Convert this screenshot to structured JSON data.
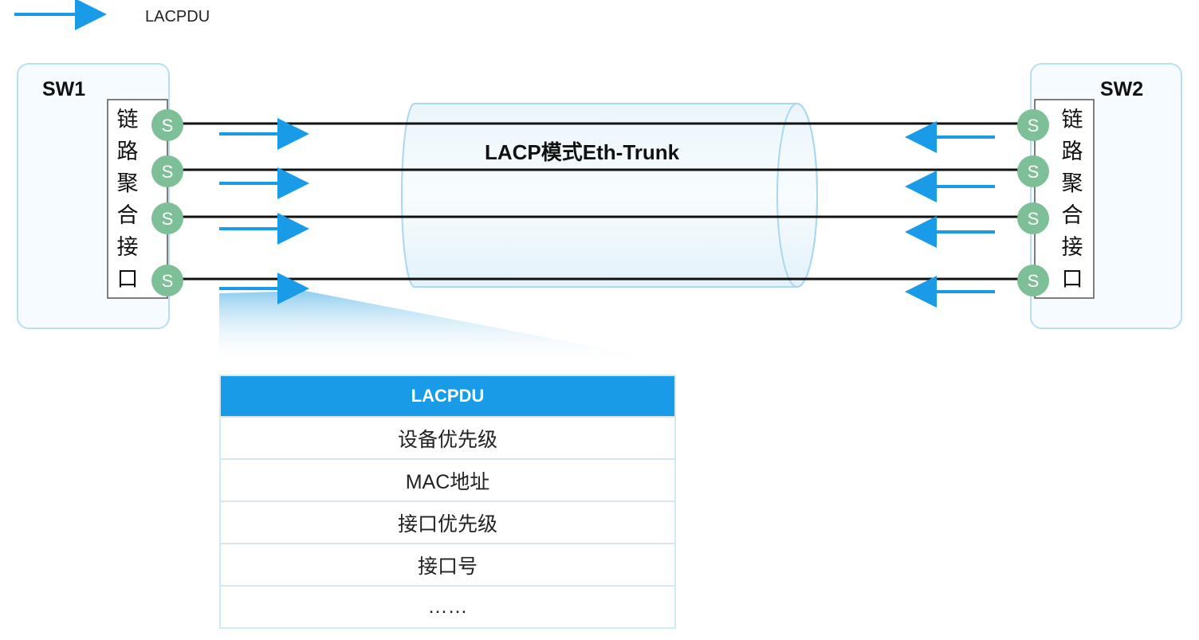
{
  "legend": {
    "label": "LACPDU",
    "color": "#1a9be8"
  },
  "sw1": {
    "name": "SW1",
    "interface_label": [
      "链",
      "路",
      "聚",
      "合",
      "接",
      "口"
    ]
  },
  "sw2": {
    "name": "SW2",
    "interface_label": [
      "链",
      "路",
      "聚",
      "合",
      "接",
      "口"
    ]
  },
  "port_label": "S",
  "trunk_label": "LACP模式Eth-Trunk",
  "lacpdu_table": {
    "header": "LACPDU",
    "rows": [
      "设备优先级",
      "MAC地址",
      "接口优先级",
      "接口号",
      "……"
    ]
  }
}
